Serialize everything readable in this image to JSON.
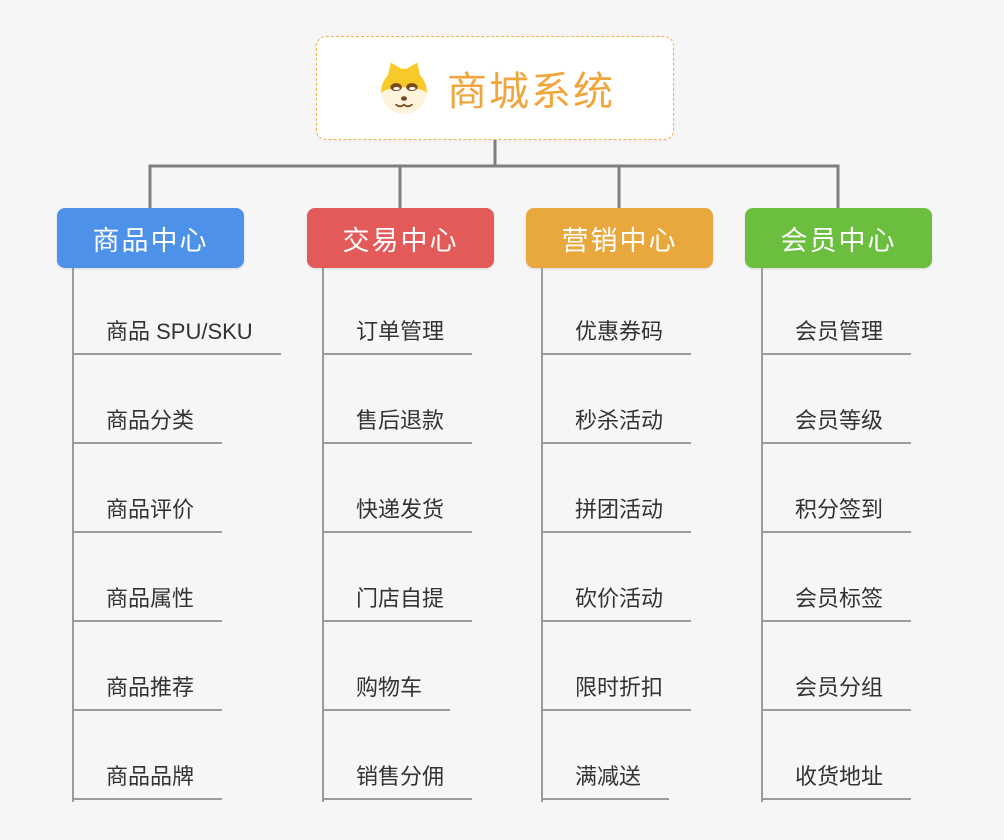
{
  "page": {
    "background_color": "#f6f6f7",
    "connector_color": "#7f7f7f",
    "child_line_color": "#9b9b9b"
  },
  "root": {
    "label": "商城系统",
    "icon": "shiba-dog-icon",
    "text_color": "#f0a63c",
    "border_color": "#f5b04a",
    "background_color": "#ffffff"
  },
  "branches": [
    {
      "label": "商品中心",
      "color": "#4e91e9",
      "items": [
        "商品 SPU/SKU",
        "商品分类",
        "商品评价",
        "商品属性",
        "商品推荐",
        "商品品牌"
      ]
    },
    {
      "label": "交易中心",
      "color": "#e25b58",
      "items": [
        "订单管理",
        "售后退款",
        "快递发货",
        "门店自提",
        "购物车",
        "销售分佣"
      ]
    },
    {
      "label": "营销中心",
      "color": "#e9a83e",
      "items": [
        "优惠券码",
        "秒杀活动",
        "拼团活动",
        "砍价活动",
        "限时折扣",
        "满减送"
      ]
    },
    {
      "label": "会员中心",
      "color": "#6cbe3e",
      "items": [
        "会员管理",
        "会员等级",
        "积分签到",
        "会员标签",
        "会员分组",
        "收货地址"
      ]
    }
  ]
}
